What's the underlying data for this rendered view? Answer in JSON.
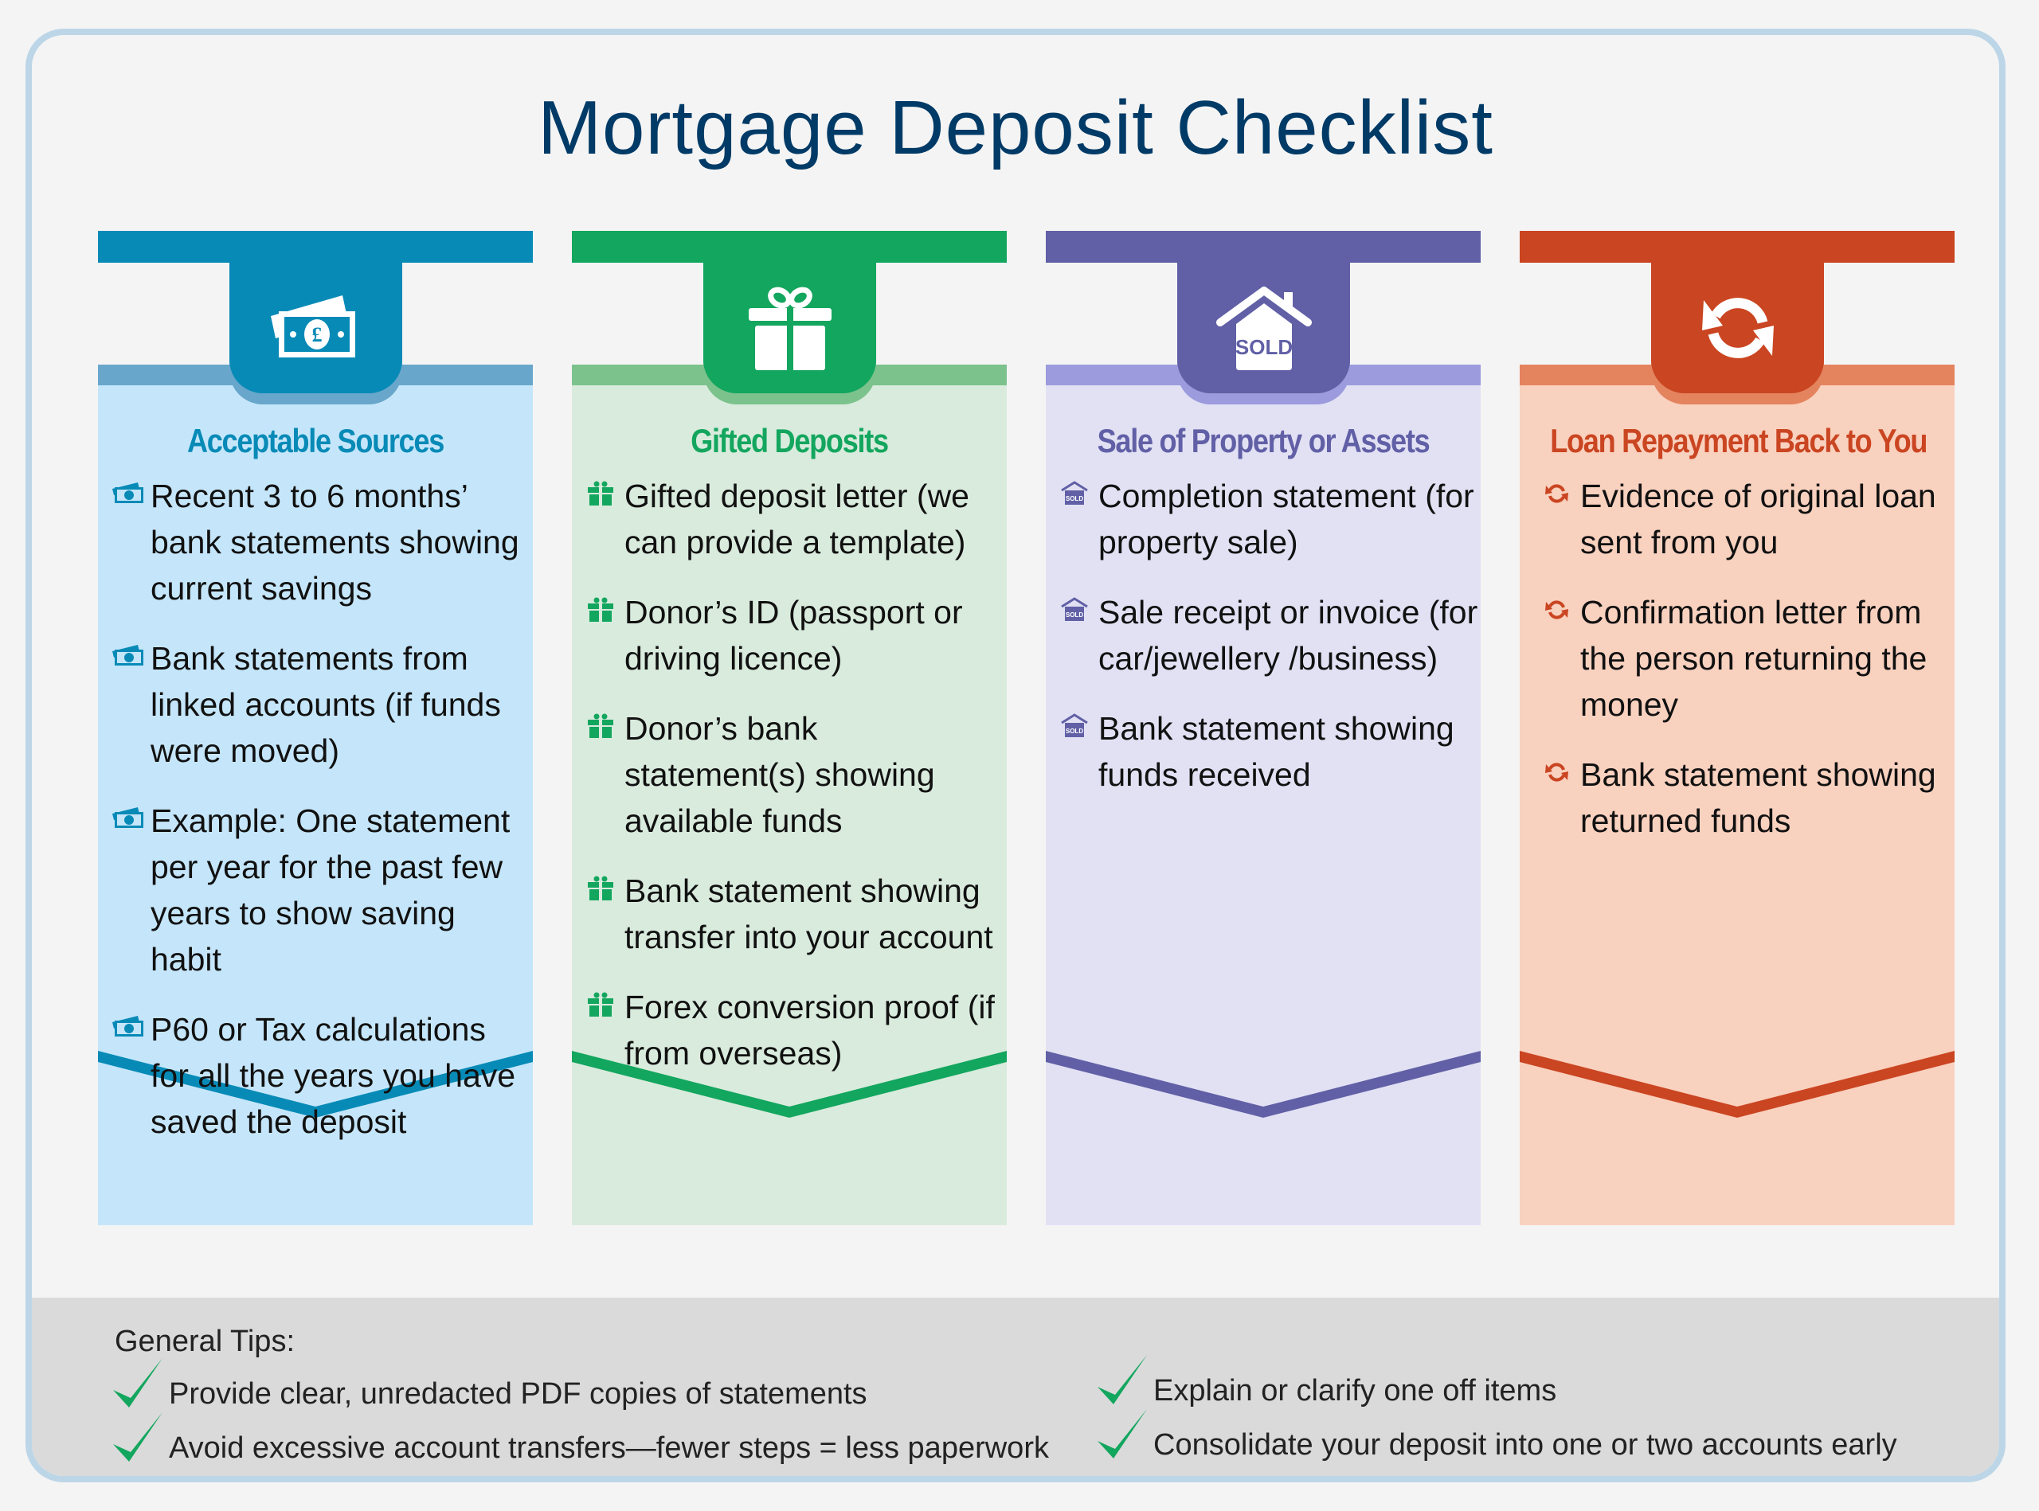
{
  "title": "Mortgage Deposit Checklist",
  "colors": {
    "title": "#003A66",
    "frame_border": "#BCD6E8",
    "tips_background": "#DADADA",
    "check": "#13A65E"
  },
  "columns": [
    {
      "id": "acceptable-sources",
      "heading": "Acceptable Sources",
      "icon": "banknote-pound-icon",
      "colors": {
        "primary": "#088AB7",
        "mid": "#68A7CB",
        "light": "#C5E6FA"
      },
      "items": [
        "Recent 3 to 6 months’ bank statements showing current savings",
        "Bank statements from linked accounts (if funds were moved)",
        "Example: One statement per year for the past few years to show saving habit",
        "P60 or Tax calculations for all the years you have saved the deposit"
      ]
    },
    {
      "id": "gifted-deposits",
      "heading": "Gifted Deposits",
      "icon": "gift-icon",
      "colors": {
        "primary": "#13A65E",
        "mid": "#7CC28D",
        "light": "#D9EBDD"
      },
      "items": [
        "Gifted deposit letter (we can provide a template)",
        "Donor’s ID (passport or driving licence)",
        "Donor’s bank statement(s) showing available funds",
        "Bank statement showing transfer into your account",
        "Forex conversion proof (if from overseas)"
      ]
    },
    {
      "id": "sale-of-property",
      "heading": "Sale of Property or Assets",
      "icon": "sold-house-icon",
      "icon_text": "SOLD",
      "colors": {
        "primary": "#6160A6",
        "mid": "#9B9BDD",
        "light": "#E2E1F4"
      },
      "items": [
        "Completion statement (for property sale)",
        "Sale receipt or invoice (for car/jewellery /business)",
        "Bank statement showing funds received"
      ]
    },
    {
      "id": "loan-repayment",
      "heading": "Loan Repayment Back to You",
      "icon": "refresh-arrows-icon",
      "colors": {
        "primary": "#CA4521",
        "mid": "#E4845F",
        "light": "#F9D1BF"
      },
      "items": [
        "Evidence of original loan sent from you",
        "Confirmation letter from the person returning the money",
        "Bank statement showing returned funds"
      ]
    }
  ],
  "tips": {
    "label": "General Tips:",
    "items": [
      "Provide clear, unredacted PDF copies of statements",
      "Avoid excessive account transfers—fewer steps = less paperwork",
      "Explain or clarify one off items",
      "Consolidate your deposit into one or two accounts early"
    ]
  }
}
